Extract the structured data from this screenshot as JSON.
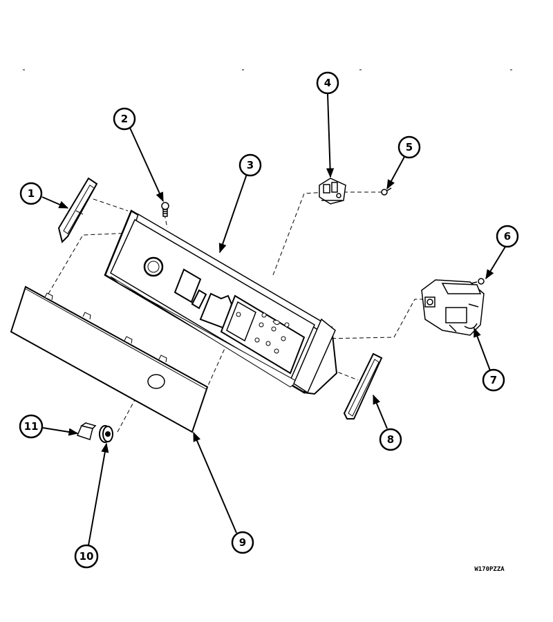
{
  "diagram": {
    "callouts": [
      {
        "id": "1",
        "label": "1"
      },
      {
        "id": "2",
        "label": "2"
      },
      {
        "id": "3",
        "label": "3"
      },
      {
        "id": "4",
        "label": "4"
      },
      {
        "id": "5",
        "label": "5"
      },
      {
        "id": "6",
        "label": "6"
      },
      {
        "id": "7",
        "label": "7"
      },
      {
        "id": "8",
        "label": "8"
      },
      {
        "id": "9",
        "label": "9"
      },
      {
        "id": "10",
        "label": "10"
      },
      {
        "id": "11",
        "label": "11"
      }
    ],
    "drawing_code": "W170PZZA"
  }
}
